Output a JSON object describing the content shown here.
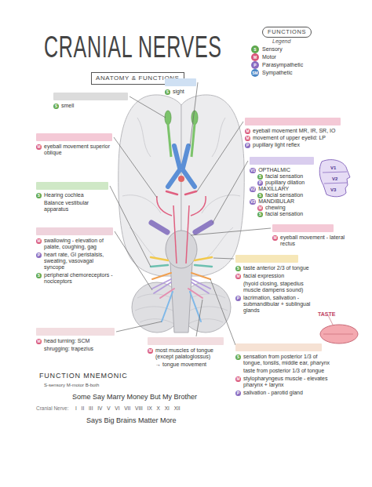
{
  "diagram": {
    "title": "CRANIAL NERVES",
    "nodes": [
      {
        "text": [
          "ANATOMY & FUNCTIONS"
        ]
      },
      {
        "text": [
          "FUNCTIONS"
        ]
      },
      {
        "text": [
          "S",
          "smell"
        ]
      },
      {
        "text": [
          "S",
          "sight"
        ]
      },
      {
        "text": [
          "M",
          "eyeball movement MR, IR, SR, IO",
          "M",
          "movement of upper eyelid: LP",
          "P",
          "pupillary light reflex"
        ]
      },
      {
        "text": [
          "M",
          "eyeball movement superior oblique"
        ]
      },
      {
        "text": [
          "V1",
          "OPTHALMIC",
          "S",
          "facial sensation",
          "P",
          "pupillary dilation",
          "V2",
          "MAXILLARY",
          "S",
          "facial sensation",
          "V3",
          "MANDIBULAR",
          "M",
          "chewing",
          "S",
          "facial sensation"
        ]
      },
      {
        "text": [
          "S",
          "Hearing cochlea",
          "Balance vestibular apparatus"
        ]
      },
      {
        "text": [
          "M",
          "eyeball movement - lateral rectus"
        ]
      },
      {
        "text": [
          "M",
          "swallowing - elevation of palate, coughing, gag",
          "P",
          "heart rate, GI peristalsis, sweating, vasovagal syncope",
          "S",
          "peripheral chemoreceptors - nociceptors"
        ]
      },
      {
        "text": [
          "S",
          "taste anterior 2/3 of tongue",
          "M",
          "facial expression",
          "(hyoid closing, stapedius muscle dampens sound)",
          "P",
          "lacrimation, salivation - submandibular + sublingual glands"
        ]
      },
      {
        "text": [
          "M",
          "head turning: SCM",
          "shrugging: trapezius"
        ]
      },
      {
        "text": [
          "M",
          "most muscles of tongue (except palatoglossus)",
          "→ tongue movement"
        ]
      },
      {
        "text": [
          "S",
          "sensation from posterior 1/3 of tongue, tonsils, middle ear, pharynx",
          "taste from posterior 1/3 of tongue",
          "M",
          "stylopharyngeus muscle - elevates pharynx + larynx",
          "P",
          "salivation - parotid gland"
        ]
      }
    ],
    "labels": [
      "Legend",
      "S",
      "M",
      "P",
      "SM",
      "V1",
      "V2",
      "V3",
      "TASTE",
      "FUNCTION MNEMONIC",
      "S-sensory M-motor B-both",
      "Some Say Marry Money But My Brother",
      "Cranial Nerve:",
      "I II III IV V VI VII VIII IX X XI XII",
      "Says Big Brains Matter More"
    ],
    "legend": [
      {
        "text": "Sensory",
        "color": "#5fa84e"
      },
      {
        "text": "Motor",
        "color": "#d9577a"
      },
      {
        "text": "Parasympathetic",
        "color": "#8a6cc0"
      },
      {
        "text": "Sympathetic",
        "color": "#4a86c5"
      }
    ]
  }
}
